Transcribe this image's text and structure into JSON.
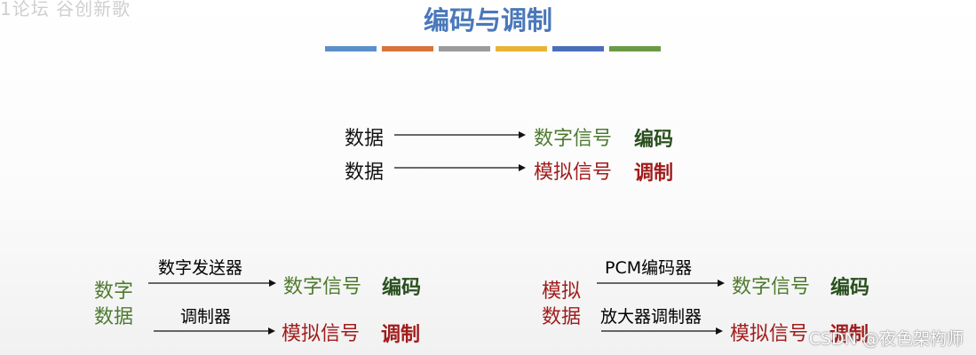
{
  "corner_text": "1论坛  谷创新歌",
  "title": "编码与调制",
  "accent_bars": [
    "#5b8fc7",
    "#d8743a",
    "#9b9b9b",
    "#e8b436",
    "#4a6fb8",
    "#6a9a45"
  ],
  "top": {
    "row1": {
      "source": "数据",
      "target": "数字信号",
      "label": "编码"
    },
    "row2": {
      "source": "数据",
      "target": "模拟信号",
      "label": "调制"
    }
  },
  "left": {
    "source_line1": "数字",
    "source_line2": "数据",
    "arrow1_label": "数字发送器",
    "target1": "数字信号",
    "label1": "编码",
    "arrow2_label": "调制器",
    "target2": "模拟信号",
    "label2": "调制"
  },
  "right": {
    "source_line1": "模拟",
    "source_line2": "数据",
    "arrow1_label": "PCM编码器",
    "target1": "数字信号",
    "label1": "编码",
    "arrow2_label": "放大器调制器",
    "target2": "模拟信号",
    "label2": "调制"
  },
  "watermark": "CSDN @夜色架构师"
}
